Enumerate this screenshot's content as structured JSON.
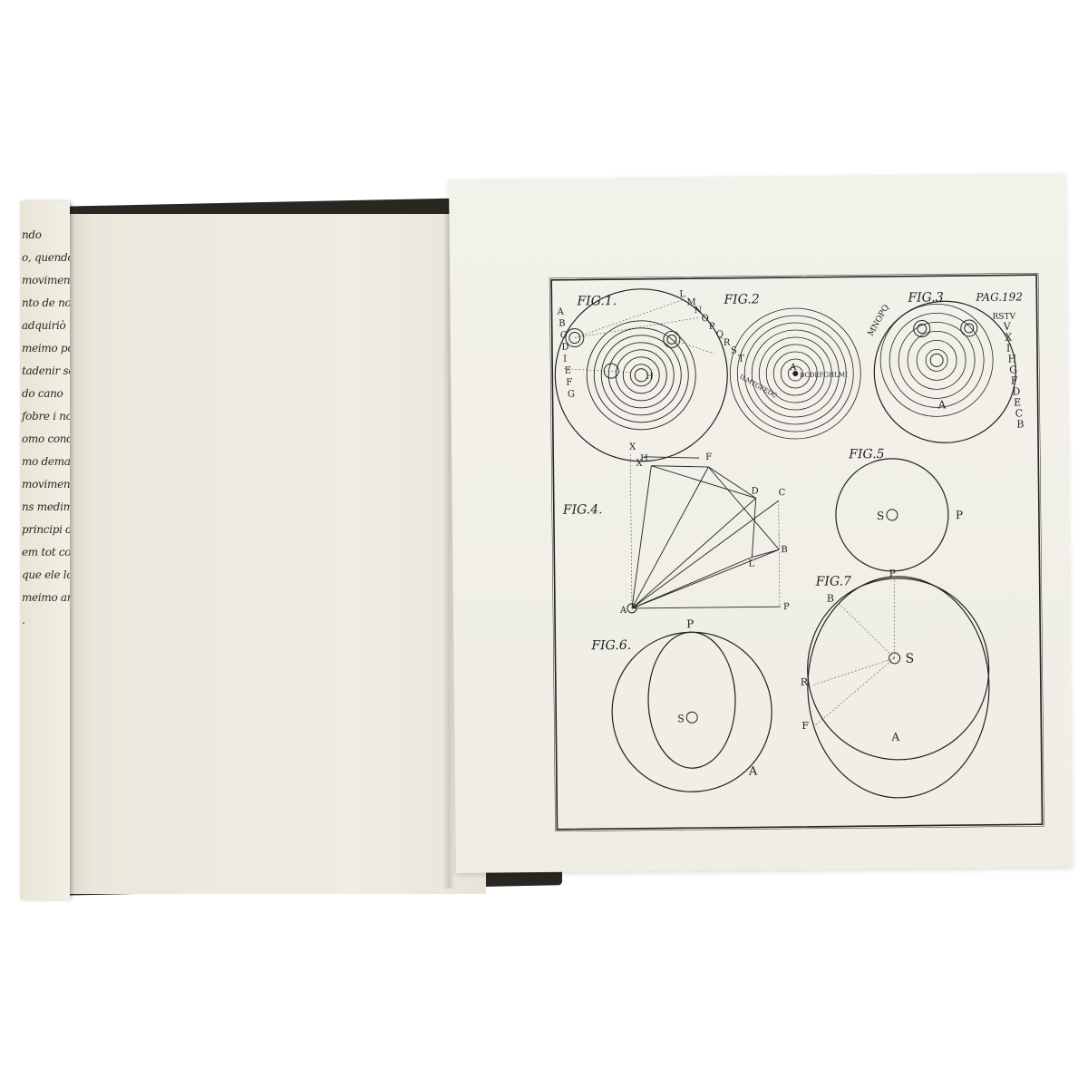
{
  "left_page": {
    "text_lines": [
      "ndo",
      "o, quendo",
      "movimento",
      "nto de noc",
      "adquiriò",
      "meimo por",
      "tadenir se",
      "do cano",
      "fobre i noi",
      "omo condo",
      "mo deman",
      "movimen",
      "ns medimo",
      "principi de",
      "em tot como",
      "que ele los",
      "meimo ano",
      "."
    ]
  },
  "plate": {
    "page_label": "PAG.192",
    "fig1": {
      "title": "FIG.1.",
      "left_letters": [
        "A",
        "B",
        "C",
        "D",
        "I",
        "E",
        "F",
        "G"
      ],
      "right_letters": [
        "L",
        "M",
        "N",
        "O",
        "P",
        "Q",
        "R",
        "S",
        "T"
      ],
      "center": "H",
      "bottom": "X"
    },
    "fig2": {
      "title": "FIG.2",
      "center": "A",
      "left_letters": "ILMTGFEDC",
      "right_letters": "BCDEFGHLMI"
    },
    "fig3": {
      "title": "FIG.3",
      "left_letters": "MNOPQ",
      "right_letters": [
        "V",
        "X",
        "I",
        "H",
        "G",
        "F",
        "D",
        "E",
        "C",
        "B"
      ],
      "top_right": "RSTV",
      "center": "A"
    },
    "fig4": {
      "title": "FIG.4.",
      "labels": [
        "H",
        "F",
        "D",
        "C",
        "B",
        "L",
        "A",
        "P",
        "X"
      ]
    },
    "fig5": {
      "title": "FIG.5",
      "sun": "S",
      "planet": "P"
    },
    "fig6": {
      "title": "FIG.6.",
      "top": "P",
      "sun": "S",
      "bottom": "A"
    },
    "fig7": {
      "title": "FIG.7",
      "top": "P",
      "labels": [
        "B",
        "R",
        "F"
      ],
      "sun": "S",
      "bottom": "A"
    }
  },
  "colors": {
    "ink": "#222222",
    "paper": "#f1efe6",
    "cover": "#2a2622"
  }
}
